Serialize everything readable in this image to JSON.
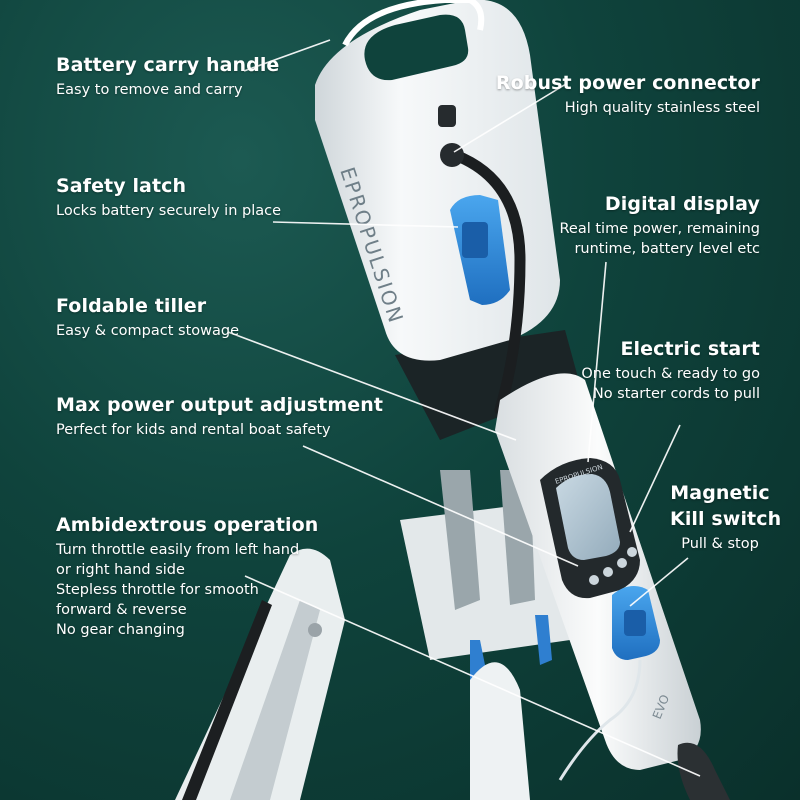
{
  "brand": "EPROPULSION",
  "display_brand": "EPROPULSION",
  "model": "EVO",
  "callouts": {
    "battery_carry_handle": {
      "title": "Battery carry handle",
      "lines": [
        "Easy to remove and carry"
      ]
    },
    "robust_power_connector": {
      "title": "Robust power connector",
      "lines": [
        "High quality stainless steel"
      ]
    },
    "safety_latch": {
      "title": "Safety latch",
      "lines": [
        "Locks battery securely in place"
      ]
    },
    "digital_display": {
      "title": "Digital display",
      "lines": [
        "Real time power, remaining",
        "runtime, battery level etc"
      ]
    },
    "foldable_tiller": {
      "title": "Foldable tiller",
      "lines": [
        "Easy & compact stowage"
      ]
    },
    "electric_start": {
      "title": "Electric start",
      "lines": [
        "One touch & ready to go",
        "No starter cords to pull"
      ]
    },
    "max_power": {
      "title": "Max power output adjustment",
      "lines": [
        "Perfect for kids and rental boat safety"
      ]
    },
    "magnetic_kill": {
      "title_lines": [
        "Magnetic",
        "Kill switch"
      ],
      "lines": [
        "Pull & stop"
      ]
    },
    "ambidextrous": {
      "title": "Ambidextrous operation",
      "lines": [
        "Turn throttle easily from left hand",
        "or right hand side",
        "Stepless throttle for smooth",
        "forward & reverse",
        "No gear changing"
      ]
    }
  },
  "colors": {
    "water": "#0f433c",
    "motor_body": "#f2f4f5",
    "accent_blue": "#2f8fdc",
    "text": "#ffffff"
  }
}
